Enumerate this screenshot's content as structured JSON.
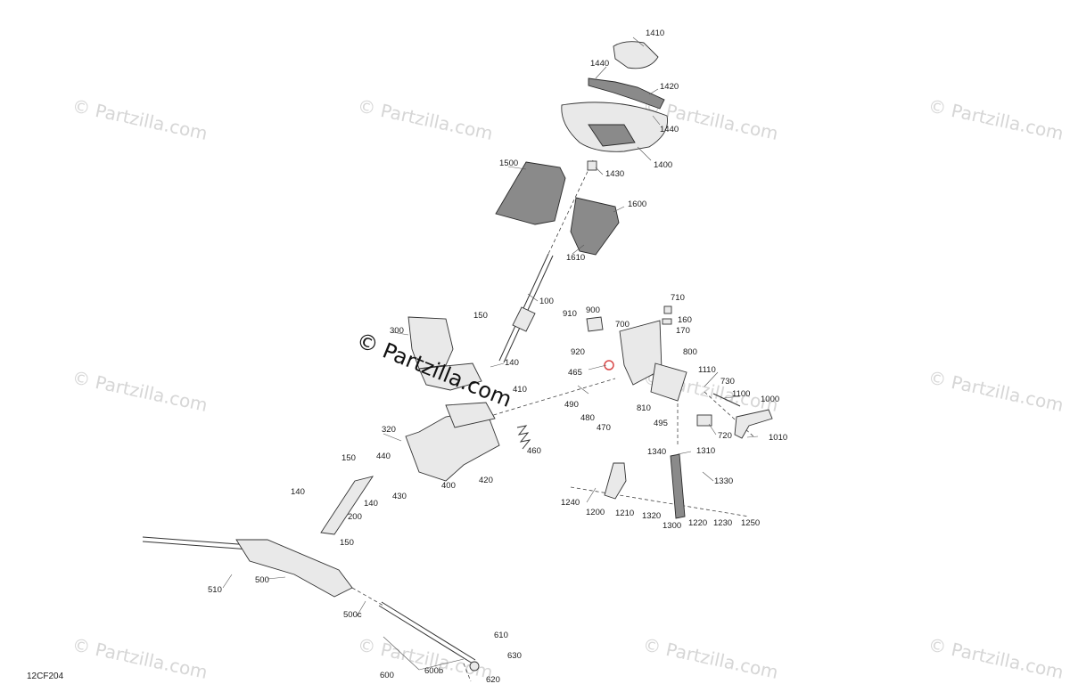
{
  "diagram": {
    "code": "12CF204",
    "watermark_text": "© Partzilla.com",
    "colors": {
      "highlight": "#d94a4a",
      "line": "#333333",
      "part_fill": "#e9e9e9"
    },
    "labels": [
      "1410",
      "1440",
      "1420",
      "1440",
      "1400",
      "1430",
      "1500",
      "1600",
      "1610",
      "100",
      "150",
      "300",
      "140",
      "410",
      "910",
      "900",
      "920",
      "700",
      "710",
      "160",
      "170",
      "800",
      "465",
      "1110",
      "730",
      "1100",
      "1000",
      "490",
      "480",
      "470",
      "810",
      "495",
      "720",
      "1010",
      "320",
      "440",
      "150",
      "460",
      "1340",
      "1310",
      "1330",
      "400",
      "420",
      "430",
      "140",
      "200",
      "140",
      "150",
      "1240",
      "1200",
      "1210",
      "1320",
      "1300",
      "1220",
      "1230",
      "1250",
      "510",
      "500",
      "500c",
      "610",
      "630",
      "600",
      "600b",
      "620"
    ]
  }
}
